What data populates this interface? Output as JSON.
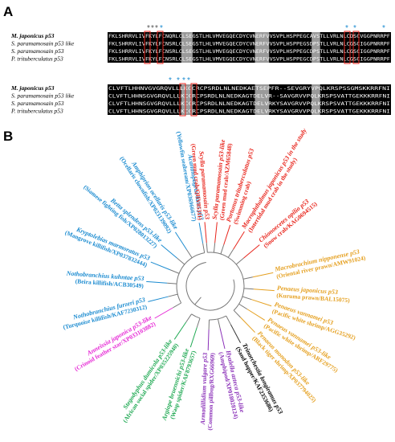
{
  "panel_a": {
    "label": "A",
    "block1": {
      "rows": [
        {
          "name": "M. japonicus p53",
          "bold": true,
          "seq": "FKLSHRRVLIVFKYLFCNQRLCLSEGSTLHLVMVEGQECDYCVNERFVVSVPLHSPPEGCAVSTLLVRLNLCDSCVGGPNRRPF"
        },
        {
          "name": "S. paramamosain p53 like",
          "bold": false,
          "seq": "FKLSHRRVLIVFKYLFCNSRLCLSEGSTLHLVMVEGQECDYCVNERFVVSVPLHSPPEGSDPSTLLVRLNLCGSCIGGPNRRPF"
        },
        {
          "name": "S. paramamosain p53",
          "bold": false,
          "seq": "FKLSHRRVLIVFKYLFCNSRLCLSEGSTLHLVMVEGQECDYCVNERFVVSVPLHSPPEGCDPSTLLVRLNLCGSCIGGPNRRPF"
        },
        {
          "name": "P. trituberculatus p53",
          "bold": false,
          "seq": "FKLSHRRVLIVFKYLFCNSRLCLSEGSTLHLVMVEGQECDYCVNERFVVSVPLHSPPEGCDPSTLLVRLNLCGSCIGGPNRRPF"
        }
      ],
      "markers": [
        "*",
        "*",
        "*",
        "*",
        "*",
        "*",
        "*"
      ]
    },
    "block2": {
      "rows": [
        {
          "name": "M. japonicus p53",
          "bold": true,
          "seq": "CLVFTLHHNVGVGRQVLLLKCCRCPSRDLNLNEDKAETSEPFR--SEVGRYVPQLKRSPSSGMSKKRRFNI"
        },
        {
          "name": "S. paramamosain p53 like",
          "bold": false,
          "seq": "CLVFTLHHNSGVGRQVLLLKCCRCPSRDLNLNEDKAGTDELVR--SAVGRVVPQLKRSPSVATTGEKKKRRFNI"
        },
        {
          "name": "S. paramamosain p53",
          "bold": false,
          "seq": "CLVFTLHHNSGVGRQVLLLKCCRCPSRDLNLNEDKAGTDELVRKYSAVGRVVPQLKRSPSVATTGEKKKRRFNI"
        },
        {
          "name": "P. trituberculatus p53",
          "bold": false,
          "seq": "CLVFTLHHNSGVGRQVLLLKCCRCPSRDLNLNEDKAGTDELVRKYSAVGRVVPQLKRSPSVATTGEKKKRRFNI"
        }
      ],
      "markers": [
        "*",
        "*",
        "*",
        "*"
      ]
    }
  },
  "panel_b": {
    "label": "B",
    "leaves": [
      {
        "name": "Acanthopagrus latus p53",
        "sub": "(Yellowfin seabream/XP036966677)",
        "color": "#1b8bd0"
      },
      {
        "name": "Amphiprion ocellaris p53-like",
        "sub": "(Ocellaris clownfish/XP023139092)",
        "color": "#1b8bd0"
      },
      {
        "name": "Betta splendens p53-like",
        "sub": "(Siamese fighting fish/XP028013227)",
        "color": "#1b8bd0"
      },
      {
        "name": "Kryptolebias marmoratus p53",
        "sub": "(Mangrove killifish/XP037832444)",
        "color": "#1b8bd0"
      },
      {
        "name": "Nothobranchius kuhntae p53",
        "sub": "(Beira killifish/ACB30549)",
        "color": "#1b8bd0"
      },
      {
        "name": "Nothobranchius furzeri p53",
        "sub": "(Turquoise killifish/KAF7230312)",
        "color": "#1b8bd0"
      },
      {
        "name": "Anneissia japonica p53-like",
        "sub": "(Crinoid feather star/XP033103882)",
        "color": "#e62ad5"
      },
      {
        "name": "Stegodyphus dumicola p53-like",
        "sub": "(African social spider/XP035225940)",
        "color": "#22aa55"
      },
      {
        "name": "Argiope bruennichi p53-like",
        "sub": "(Wasp spider/KAF8793657)",
        "color": "#22aa55"
      },
      {
        "name": "Armadillidium vulgare p53",
        "sub": "(Common pillbug/RXG66969)",
        "color": "#8a2fb8"
      },
      {
        "name": "Hyalella azteca p53-like",
        "sub": "(Amphipod/XP018028124)",
        "color": "#8a2fb8"
      },
      {
        "name": "Trinorchestia longiramus p53",
        "sub": "(Sand hopper/KAF2353686)",
        "color": "#000000"
      },
      {
        "name": "Penaeus monodon p53-like",
        "sub": "(Black tiger shrimp/XP037794025)",
        "color": "#e5a020"
      },
      {
        "name": "Penaeus vannamei p53-like",
        "sub": "(Pacific white shrimp/ARF29775)",
        "color": "#e5a020"
      },
      {
        "name": "Penaeus vannamei p53",
        "sub": "(Pacific white shrimp/AGG35292)",
        "color": "#e5a020"
      },
      {
        "name": "Penaeus japonicus p53",
        "sub": "(Kuruma prawn/BAL15075)",
        "color": "#e5a020"
      },
      {
        "name": "Macrobrachium nipponense p53",
        "sub": "(Oriental river prawn/AMW91024)",
        "color": "#e5a020"
      },
      {
        "name": "Chionoecetes opilio p53",
        "sub": "(Snow crab/KAG0694515)",
        "color": "#e8251c"
      },
      {
        "name": "Macrophthalmus japonicus p53 in the study",
        "sub": "(Intertidal mud crab in the study)",
        "color": "#e8251c"
      },
      {
        "name": "Portunus trituberculatus p53",
        "sub": "(Swimming crab)",
        "color": "#e8251c"
      },
      {
        "name": "Scylla paramamosain p53-like",
        "sub": "(Green mud crab/AZM65848)",
        "color": "#e8251c"
      },
      {
        "name": "Scylla paramamosain p53",
        "sub": "(Green mud crab/QHV85311)",
        "color": "#e8251c"
      }
    ]
  }
}
